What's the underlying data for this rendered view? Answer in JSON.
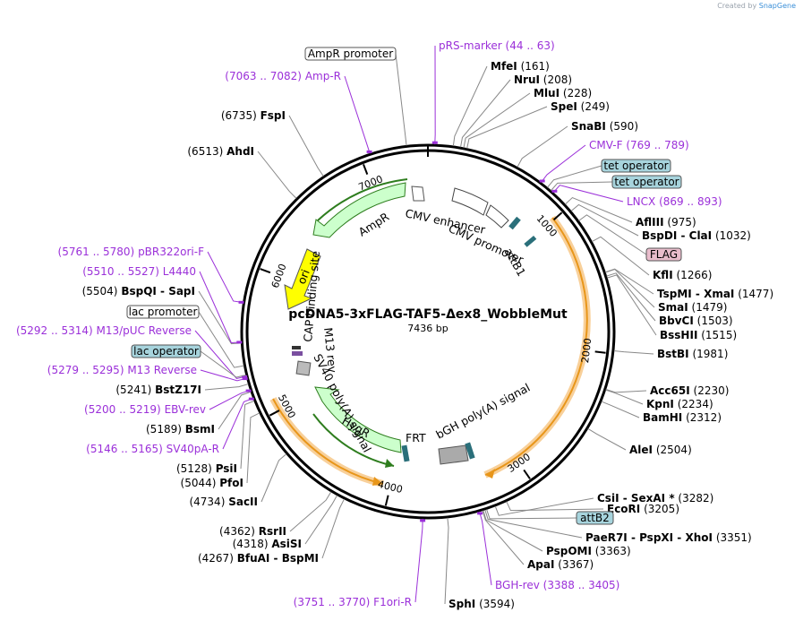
{
  "credit": {
    "prefix": "Created by",
    "brand": "SnapGene"
  },
  "plasmid": {
    "name": "pcDNA5-3xFLAG-TAF5-Δex8_WobbleMut",
    "length": "7436 bp",
    "length_bp": 7436
  },
  "ticks": [
    "1000",
    "2000",
    "3000",
    "4000",
    "5000",
    "6000",
    "7000"
  ],
  "sites": [
    {
      "name": "MfeI",
      "pos": "(161)"
    },
    {
      "name": "NruI",
      "pos": "(208)"
    },
    {
      "name": "MluI",
      "pos": "(228)"
    },
    {
      "name": "SpeI",
      "pos": "(249)"
    },
    {
      "name": "SnaBI",
      "pos": "(590)"
    },
    {
      "name": "AflIII",
      "pos": "(975)"
    },
    {
      "name": "BspDI - ClaI",
      "pos": "(1032)"
    },
    {
      "name": "KflI",
      "pos": "(1266)"
    },
    {
      "name": "TspMI - XmaI",
      "pos": "(1477)"
    },
    {
      "name": "SmaI",
      "pos": "(1479)"
    },
    {
      "name": "BbvCI",
      "pos": "(1503)"
    },
    {
      "name": "BssHII",
      "pos": "(1515)"
    },
    {
      "name": "BstBI",
      "pos": "(1981)"
    },
    {
      "name": "Acc65I",
      "pos": "(2230)"
    },
    {
      "name": "KpnI",
      "pos": "(2234)"
    },
    {
      "name": "BamHI",
      "pos": "(2312)"
    },
    {
      "name": "AleI",
      "pos": "(2504)"
    },
    {
      "name": "EcoRI",
      "pos": "(3205)"
    },
    {
      "name": "CsiI - SexAI *",
      "pos": "(3282)"
    },
    {
      "name": "PaeR7I - PspXI - XhoI",
      "pos": "(3351)"
    },
    {
      "name": "PspOMI",
      "pos": "(3363)"
    },
    {
      "name": "ApaI",
      "pos": "(3367)"
    },
    {
      "name": "SphI",
      "pos": "(3594)"
    },
    {
      "name": "BfuAI - BspMI",
      "pos": "(4267)"
    },
    {
      "name": "AsiSI",
      "pos": "(4318)"
    },
    {
      "name": "RsrII",
      "pos": "(4362)"
    },
    {
      "name": "SacII",
      "pos": "(4734)"
    },
    {
      "name": "PfoI",
      "pos": "(5044)"
    },
    {
      "name": "PsiI",
      "pos": "(5128)"
    },
    {
      "name": "BsmI",
      "pos": "(5189)"
    },
    {
      "name": "BstZ17I",
      "pos": "(5241)"
    },
    {
      "name": "BspQI - SapI",
      "pos": "(5504)"
    },
    {
      "name": "AhdI",
      "pos": "(6513)"
    },
    {
      "name": "FspI",
      "pos": "(6735)"
    }
  ],
  "primers": [
    {
      "name": "pRS-marker",
      "pos": "(44 .. 63)"
    },
    {
      "name": "CMV-F",
      "pos": "(769 .. 789)"
    },
    {
      "name": "LNCX",
      "pos": "(869 .. 893)"
    },
    {
      "name": "BGH-rev",
      "pos": "(3388 .. 3405)"
    },
    {
      "name": "F1ori-R",
      "pos": "(3751 .. 3770)"
    },
    {
      "name": "SV40pA-R",
      "pos": "(5146 .. 5165)"
    },
    {
      "name": "EBV-rev",
      "pos": "(5200 .. 5219)"
    },
    {
      "name": "M13 Reverse",
      "pos": "(5279 .. 5295)"
    },
    {
      "name": "M13/pUC Reverse",
      "pos": "(5292 .. 5314)"
    },
    {
      "name": "L4440",
      "pos": "(5510 .. 5527)"
    },
    {
      "name": "pBR322ori-F",
      "pos": "(5761 .. 5780)"
    },
    {
      "name": "Amp-R",
      "pos": "(7063 .. 7082)"
    }
  ],
  "boxed_features": [
    {
      "name": "AmpR promoter"
    },
    {
      "name": "tet operator"
    },
    {
      "name": "tet operator"
    },
    {
      "name": "FLAG"
    },
    {
      "name": "attB2"
    },
    {
      "name": "lac promoter"
    },
    {
      "name": "lac operator"
    }
  ],
  "inner_features": [
    "CMV enhancer",
    "CMV promoter",
    "attB1",
    "AmpR",
    "ori",
    "CAP binding site",
    "M13 rev",
    "SV40 poly(A) signal",
    "HygR",
    "FRT",
    "bGH poly(A) signal"
  ],
  "colors": {
    "primer": "#9b30d9",
    "orf": "#ccffcc",
    "orf_stroke": "#2e7d1e",
    "ori": "#ffff00",
    "insert": "#f4a83a",
    "box_blue": "#a7d4dd",
    "box_pink": "#e8bccb",
    "backbone": "#000000"
  }
}
